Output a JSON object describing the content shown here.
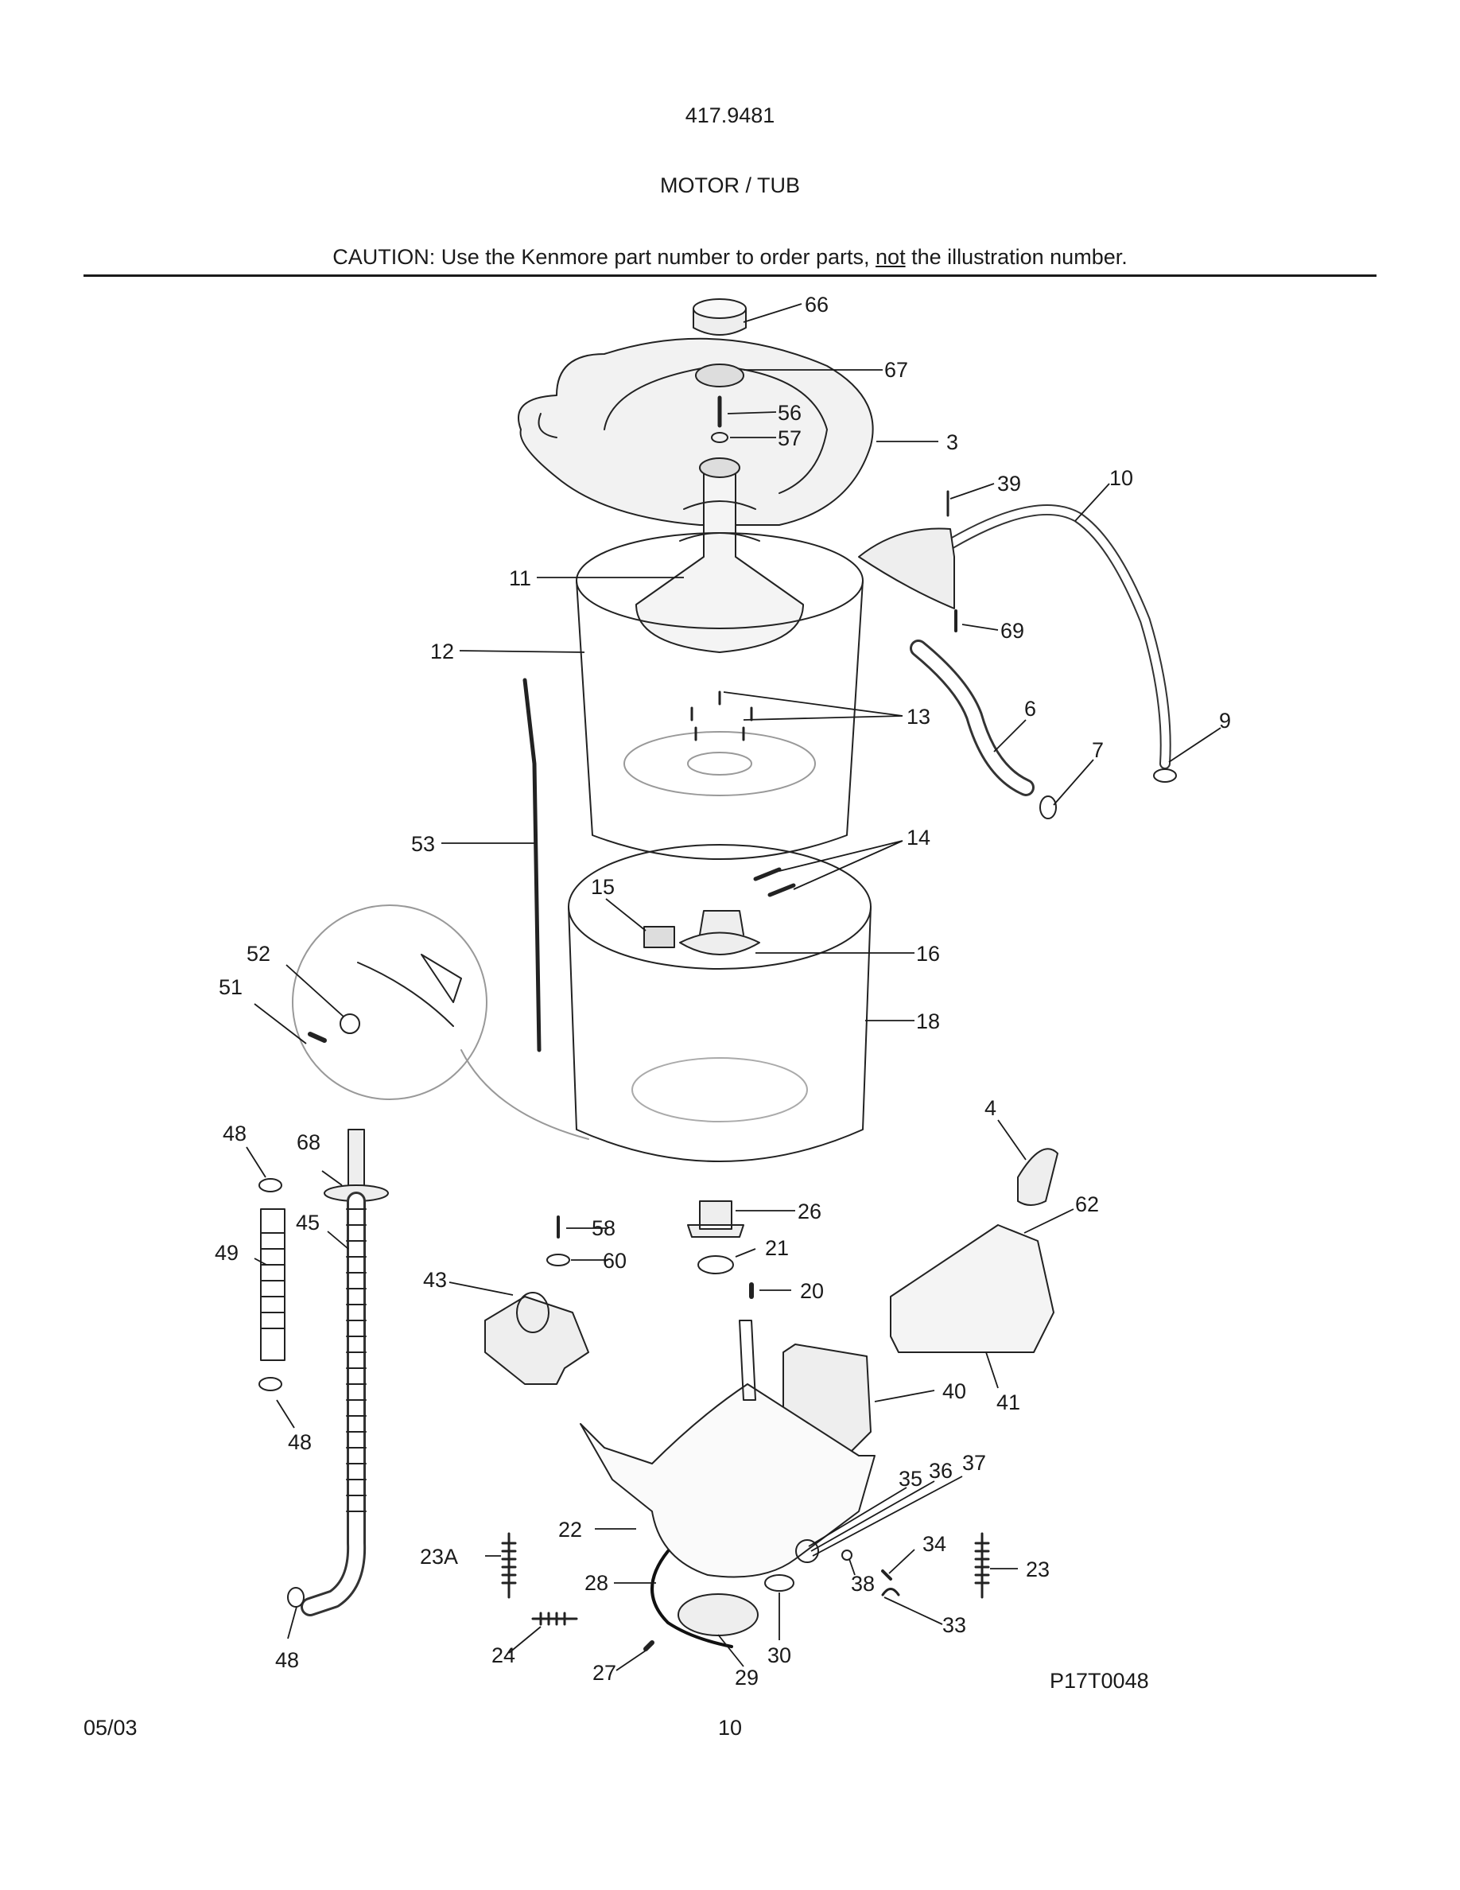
{
  "header": {
    "model_number": "417.9481",
    "section_title": "MOTOR / TUB",
    "caution_prefix": "CAUTION: Use the Kenmore part number to order parts, ",
    "caution_emphasis": "not",
    "caution_suffix": " the illustration number."
  },
  "callouts": [
    "66",
    "67",
    "56",
    "57",
    "3",
    "39",
    "10",
    "11",
    "12",
    "69",
    "13",
    "6",
    "9",
    "7",
    "53",
    "14",
    "15",
    "16",
    "52",
    "51",
    "18",
    "4",
    "48",
    "68",
    "26",
    "62",
    "58",
    "45",
    "49",
    "21",
    "60",
    "43",
    "20",
    "40",
    "41",
    "35",
    "36",
    "37",
    "48",
    "22",
    "34",
    "23A",
    "23",
    "38",
    "28",
    "33",
    "30",
    "24",
    "48",
    "27",
    "29"
  ],
  "footer": {
    "date": "05/03",
    "page_number": "10",
    "drawing_code": "P17T0048"
  }
}
